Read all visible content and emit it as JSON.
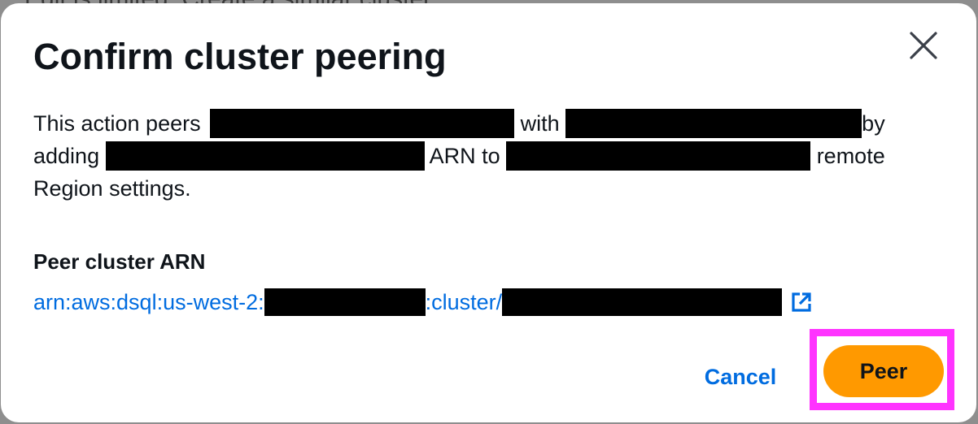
{
  "backdrop": {
    "text": "Edit is limited. Create a similar cluster"
  },
  "dialog": {
    "title": "Confirm cluster peering",
    "description": {
      "line1_prefix": "This action peers",
      "line1_mid": "with",
      "line1_suffix": "by",
      "line2_prefix": "adding",
      "line2_mid": "ARN to",
      "line2_suffix": "remote",
      "line3": "Region settings."
    },
    "peer_cluster_arn_label": "Peer cluster ARN",
    "arn": {
      "prefix": "arn:aws:dsql:us-west-2:",
      "middle": ":cluster/"
    },
    "close_icon": "close-icon",
    "external_link_icon": "external-link-icon",
    "buttons": {
      "cancel": "Cancel",
      "peer": "Peer"
    }
  },
  "colors": {
    "primary_button": "#ff9900",
    "link": "#006ce0",
    "highlight": "#ff33ff",
    "redaction": "#000000"
  }
}
